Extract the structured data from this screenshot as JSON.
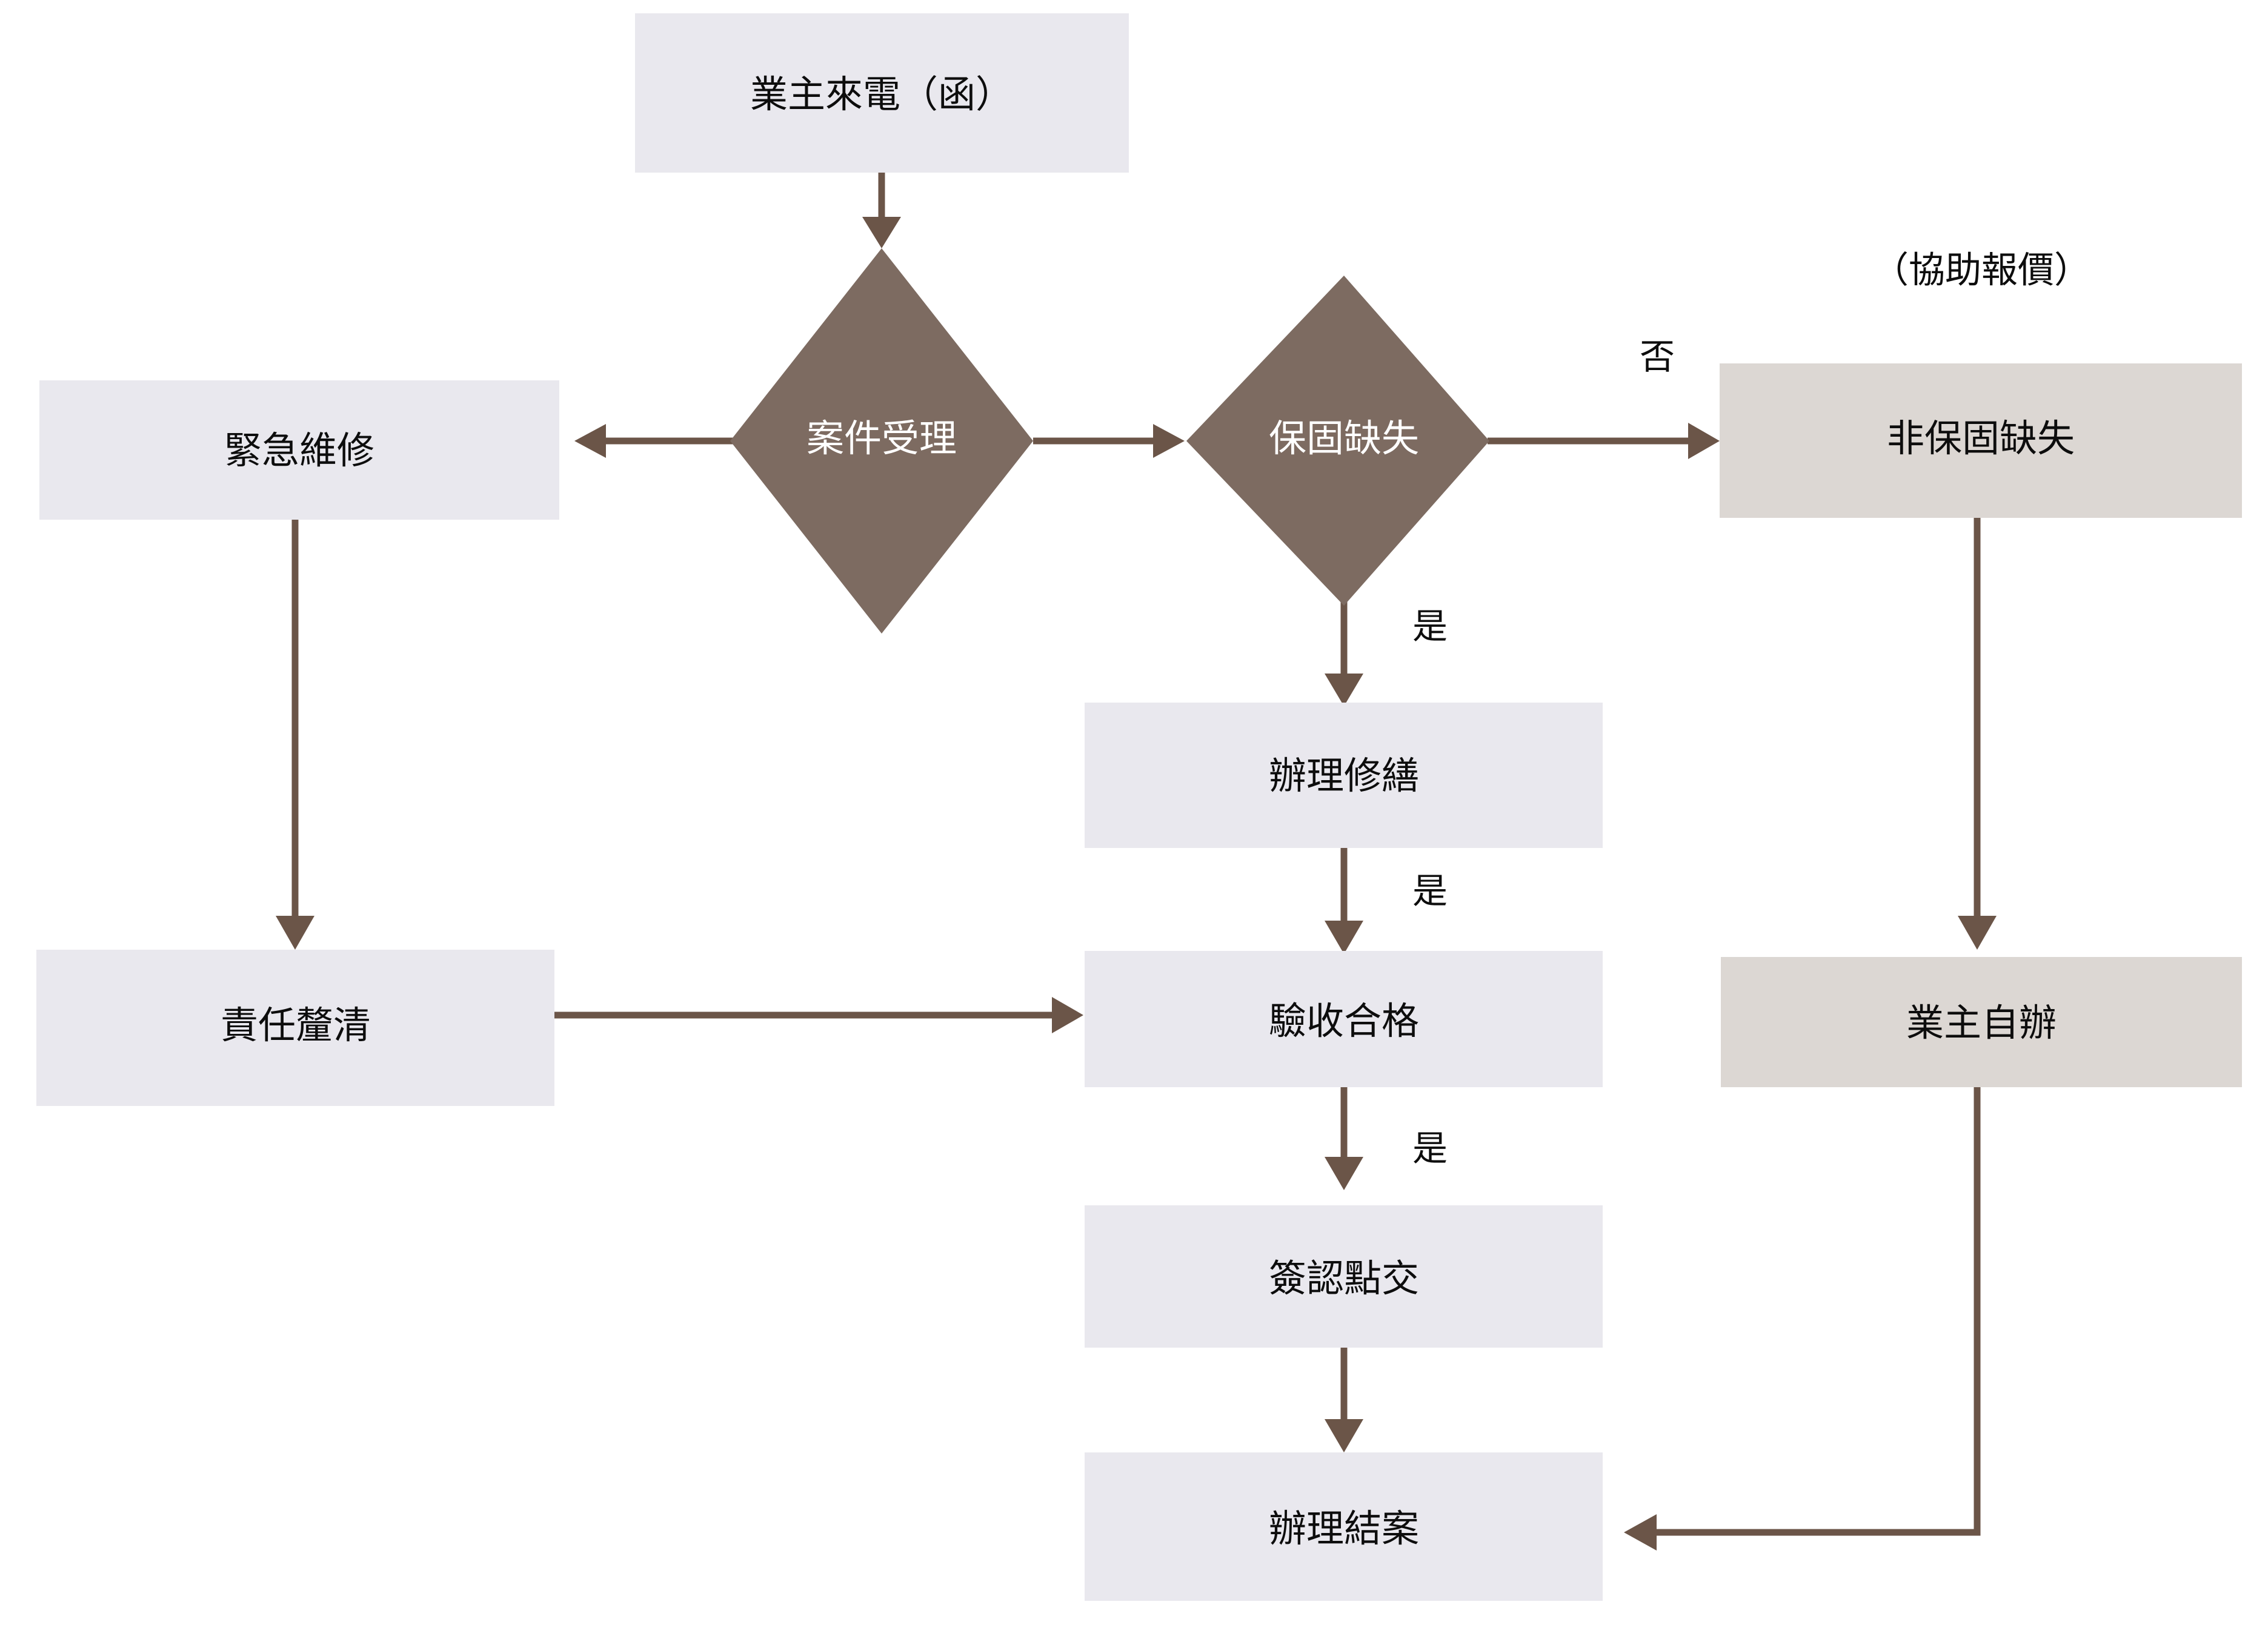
{
  "diagram": {
    "type": "flowchart",
    "title": "",
    "palette": {
      "background": "#ffffff",
      "process_fill": "#e9e8ee",
      "alt_fill": "#dcd7d3",
      "decision_fill": "#7d6b61",
      "connector": "#6b5548",
      "text": "#0d0d0d",
      "text_inverse": "#ffffff"
    },
    "nodes": [
      {
        "id": "start",
        "label": "業主來電（函）",
        "shape": "rect",
        "fill": "process_fill"
      },
      {
        "id": "intake",
        "label": "案件受理",
        "shape": "diamond",
        "fill": "decision_fill"
      },
      {
        "id": "emergency",
        "label": "緊急維修",
        "shape": "rect",
        "fill": "process_fill"
      },
      {
        "id": "warranty",
        "label": "保固缺失",
        "shape": "diamond",
        "fill": "decision_fill"
      },
      {
        "id": "nonwarranty",
        "label": "非保固缺失",
        "shape": "rect",
        "fill": "alt_fill"
      },
      {
        "id": "liability",
        "label": "責任釐清",
        "shape": "rect",
        "fill": "process_fill"
      },
      {
        "id": "repair",
        "label": "辦理修繕",
        "shape": "rect",
        "fill": "process_fill"
      },
      {
        "id": "inspection",
        "label": "驗收合格",
        "shape": "rect",
        "fill": "process_fill"
      },
      {
        "id": "handover",
        "label": "簽認點交",
        "shape": "rect",
        "fill": "process_fill"
      },
      {
        "id": "close",
        "label": "辦理結案",
        "shape": "rect",
        "fill": "process_fill"
      },
      {
        "id": "ownerself",
        "label": "業主自辦",
        "shape": "rect",
        "fill": "alt_fill"
      }
    ],
    "annotations": [
      {
        "id": "assist-quote",
        "label": "（協助報價）"
      }
    ],
    "edges": [
      {
        "from": "start",
        "to": "intake",
        "label": ""
      },
      {
        "from": "intake",
        "to": "emergency",
        "label": ""
      },
      {
        "from": "intake",
        "to": "warranty",
        "label": ""
      },
      {
        "from": "warranty",
        "to": "nonwarranty",
        "label": "否"
      },
      {
        "from": "warranty",
        "to": "repair",
        "label": "是"
      },
      {
        "from": "emergency",
        "to": "liability",
        "label": ""
      },
      {
        "from": "liability",
        "to": "inspection",
        "label": ""
      },
      {
        "from": "repair",
        "to": "inspection",
        "label": "是"
      },
      {
        "from": "inspection",
        "to": "handover",
        "label": "是"
      },
      {
        "from": "handover",
        "to": "close",
        "label": ""
      },
      {
        "from": "nonwarranty",
        "to": "ownerself",
        "label": ""
      },
      {
        "from": "ownerself",
        "to": "close",
        "label": ""
      }
    ]
  }
}
